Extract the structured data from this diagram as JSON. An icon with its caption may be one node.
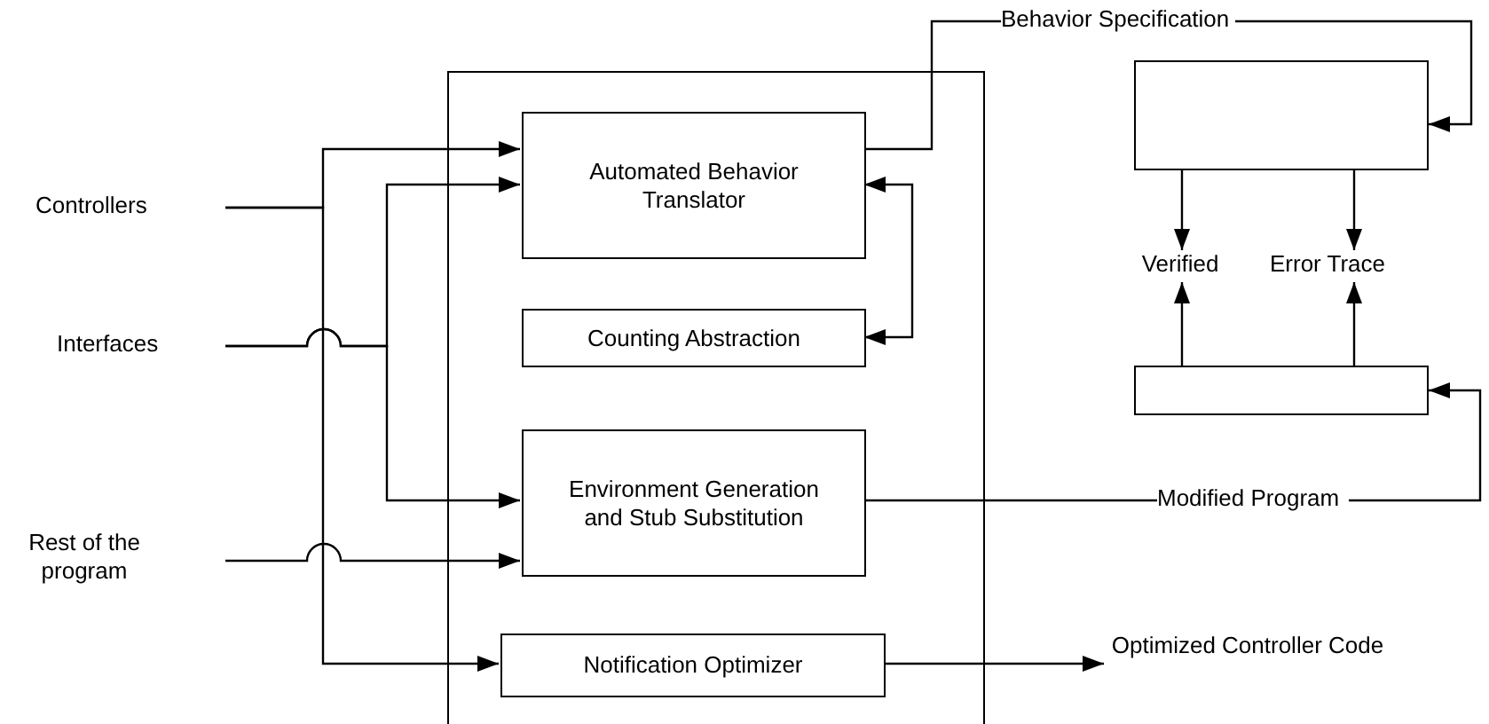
{
  "diagram": {
    "nodes": [
      {
        "text": [
          "Controllers"
        ]
      },
      {
        "text": [
          "Interfaces"
        ]
      },
      {
        "text": [
          "Rest of the program"
        ]
      },
      {
        "text": [],
        "shape": "box"
      },
      {
        "text": [
          "Automated Behavior Translator"
        ],
        "in": 3
      },
      {
        "text": [
          "Counting Abstraction"
        ],
        "in": 3
      },
      {
        "text": [
          "Environment Generation and Stub Substitution"
        ],
        "in": 3
      },
      {
        "text": [
          "Notification Optimizer"
        ],
        "in": 3
      },
      {
        "text": [
          "Behavior Specification"
        ]
      },
      {
        "text": [],
        "shape": "box"
      },
      {
        "text": [
          "Verified"
        ]
      },
      {
        "text": [
          "Error Trace"
        ]
      },
      {
        "text": [],
        "shape": "box"
      },
      {
        "text": [
          "Modified Program"
        ]
      },
      {
        "text": [
          "Optimized Controller Code"
        ]
      }
    ],
    "edges": [
      {
        "from": 0,
        "to": 4,
        "arrow": "to"
      },
      {
        "from": 0,
        "to": 7,
        "arrow": "to"
      },
      {
        "from": 1,
        "to": 4,
        "arrow": "to"
      },
      {
        "from": 1,
        "to": 6,
        "arrow": "to"
      },
      {
        "from": 2,
        "to": 6,
        "arrow": "to"
      },
      {
        "from": 4,
        "to": 8,
        "arrow": "none"
      },
      {
        "from": 8,
        "to": 9,
        "arrow": "to"
      },
      {
        "from": 5,
        "to": 4,
        "arrow": "both"
      },
      {
        "from": 9,
        "to": 10,
        "arrow": "to"
      },
      {
        "from": 9,
        "to": 11,
        "arrow": "to"
      },
      {
        "from": 12,
        "to": 10,
        "arrow": "to"
      },
      {
        "from": 12,
        "to": 11,
        "arrow": "to"
      },
      {
        "from": 6,
        "to": 13,
        "arrow": "none"
      },
      {
        "from": 13,
        "to": 12,
        "arrow": "to"
      },
      {
        "from": 7,
        "to": 14,
        "arrow": "to"
      }
    ]
  }
}
